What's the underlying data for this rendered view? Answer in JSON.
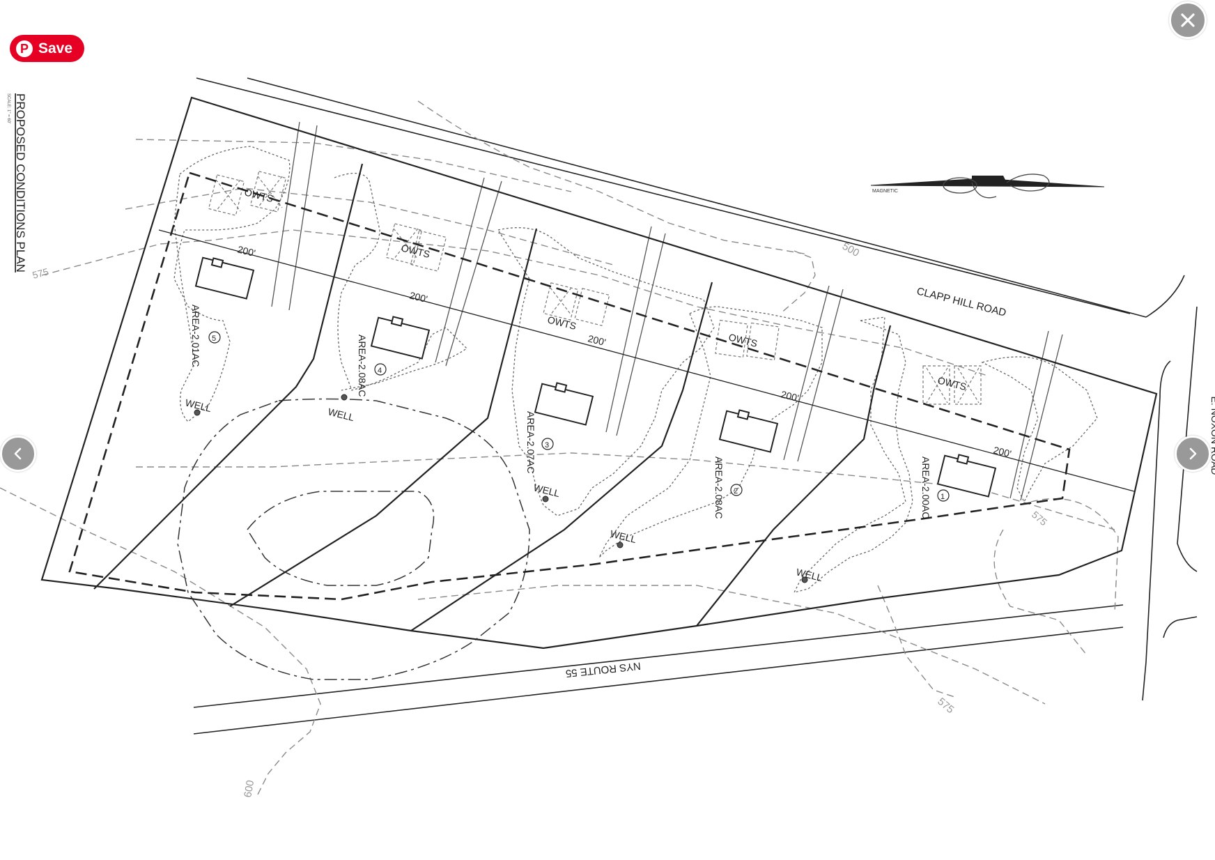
{
  "viewer": {
    "save_label": "Save",
    "pin_logo": "P",
    "close_icon": "close-icon",
    "prev_icon": "chevron-left-icon",
    "next_icon": "chevron-right-icon"
  },
  "colors": {
    "pinterest_red": "#e60023",
    "overlay_button": "#999999",
    "line_dark": "#222222",
    "line_light": "#8a8a8a"
  },
  "plan": {
    "title": "PROPOSED CONDITIONS PLAN",
    "scale_note": "SCALE: 1\" = 60'",
    "roads": {
      "clapp_hill": "CLAPP HILL ROAD",
      "nys_route": "NYS ROUTE 55",
      "noxon": "E. NOXON ROAD"
    },
    "north_label": "MAGNETIC",
    "contours": {
      "c500": "500",
      "c575_left": "575",
      "c575_right": "575",
      "c575_bottom": "575",
      "c600": "600"
    },
    "lots": [
      {
        "number": "1",
        "area": "AREA-2.00AC",
        "owts": "OWTS",
        "well": "WELL",
        "setback": "200'"
      },
      {
        "number": "2",
        "area": "AREA-2.08AC",
        "owts": "OWTS",
        "well": "WELL",
        "setback": "200'"
      },
      {
        "number": "3",
        "area": "AREA-2.07AC",
        "owts": "OWTS",
        "well": "WELL",
        "setback": "200'"
      },
      {
        "number": "4",
        "area": "AREA-2.08AC",
        "owts": "OWTS",
        "well": "WELL",
        "setback": "200'"
      },
      {
        "number": "5",
        "area": "AREA-2.01AC",
        "owts": "OWTS",
        "well": "WELL",
        "setback": "200'"
      }
    ]
  }
}
